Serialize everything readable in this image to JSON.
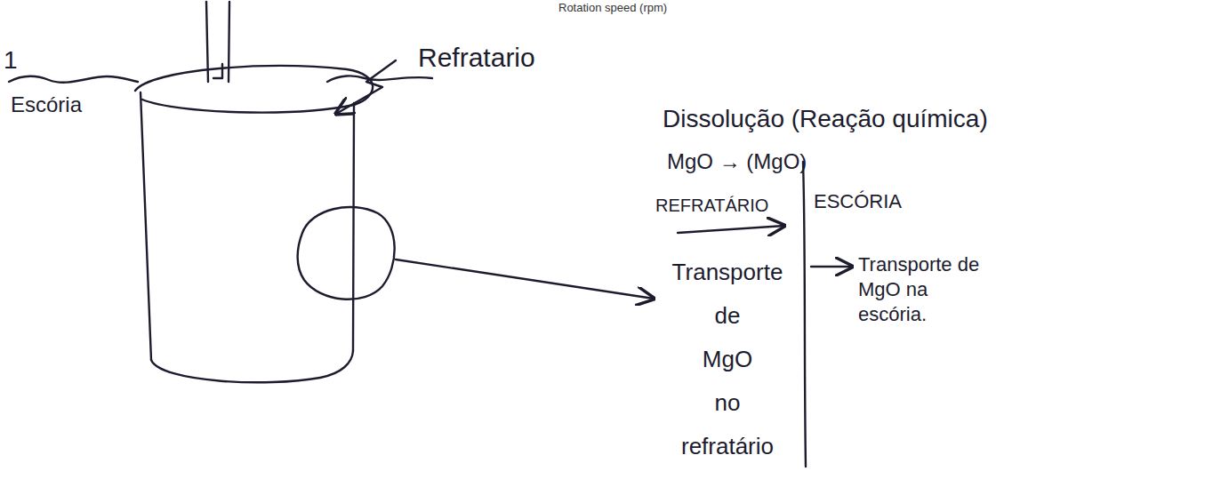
{
  "diagram": {
    "labels": [
      "Rotation speed (rpm)",
      "1",
      "Refratario",
      "Escória",
      "Dissolução (Reação química)",
      "MgO → (MgO)",
      "REFRATÁRIO",
      "ESCÓRIA",
      "Transporte de MgO no refratário",
      "Transporte de MgO na escória."
    ]
  }
}
